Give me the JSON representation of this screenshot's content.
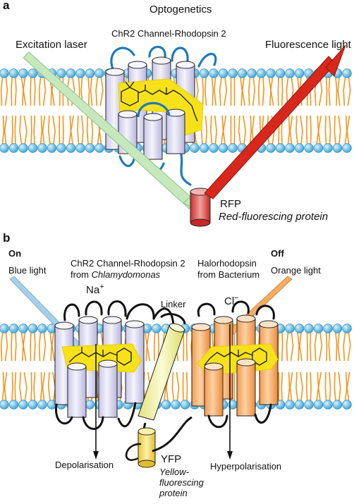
{
  "colors": {
    "lipid_head": "#4fb0de",
    "lipid_tail": "#f2951c",
    "chr2_cylinder": "#e9e7f6",
    "halorhodopsin_cylinder": "#f6b272",
    "linker_helix": "#eef09a",
    "retinal": "#f7e21a",
    "loop_blue": "#1f7ab8",
    "excitation_laser": "#c6e8bc",
    "fluorescence_light": "#d8281c",
    "rfp": "#d93b3b",
    "yfp": "#f0d848",
    "blue_light": "#a9cfe6",
    "orange_light": "#f3ad62"
  },
  "panel_a": {
    "label": "a",
    "title": "Optogenetics",
    "protein": "ChR2 Channel-Rhodopsin 2",
    "excitation": "Excitation laser",
    "fluorescence": "Fluorescence light",
    "rfp_name": "RFP",
    "rfp_full": "Red-fluorescing protein"
  },
  "panel_b": {
    "label": "b",
    "on": "On",
    "off": "Off",
    "blue_light": "Blue light",
    "orange_light": "Orange light",
    "chr2_line1": "ChR2 Channel-Rhodopsin 2",
    "chr2_line2_prefix": "from",
    "chr2_organism": "Chlamydomonas",
    "halo_line1": "Halorhodopsin",
    "halo_line2": "from Bacterium",
    "sodium": "Na",
    "sodium_charge": "+",
    "chloride": "Cl",
    "chloride_charge": "−",
    "linker": "Linker",
    "depolarisation": "Depolarisation",
    "hyperpolarisation": "Hyperpolarisation",
    "yfp_name": "YFP",
    "yfp_full_1": "Yellow-",
    "yfp_full_2": "fluorescing",
    "yfp_full_3": "protein"
  }
}
